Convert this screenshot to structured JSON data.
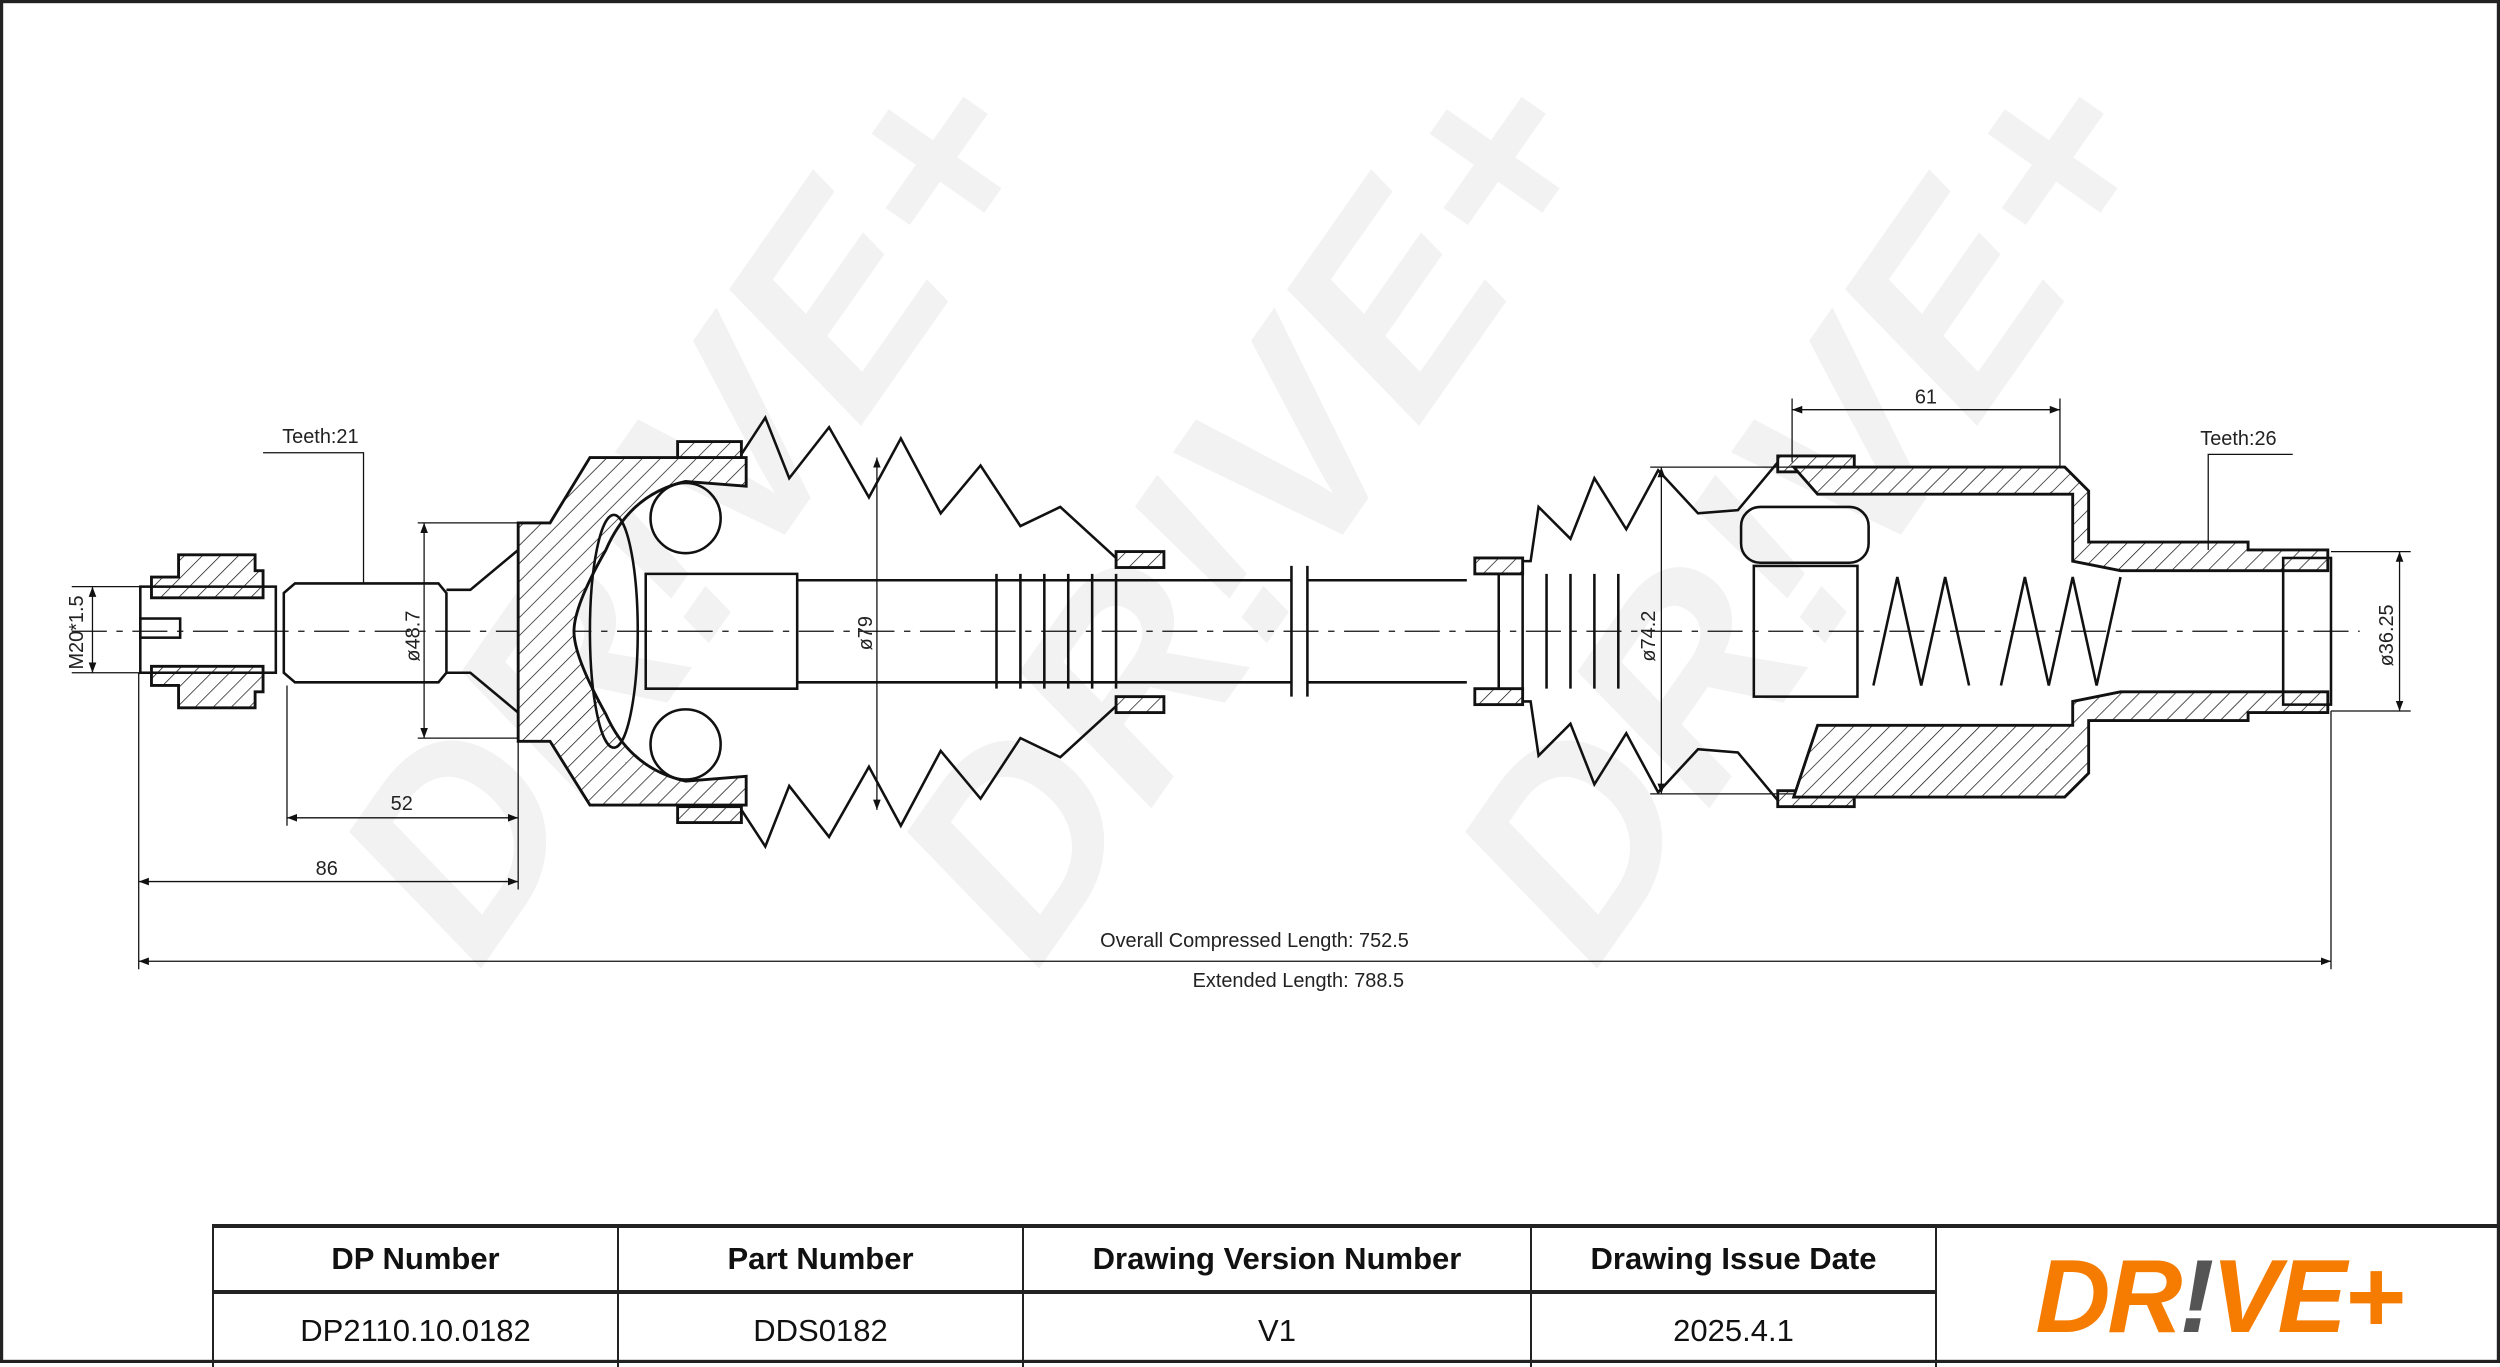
{
  "drawing": {
    "watermark": "DR!VE+",
    "labels": {
      "teeth_left": "Teeth:21",
      "teeth_right": "Teeth:26",
      "thread": "M20*1.5",
      "dia_48": "ø48.7",
      "dia_79": "ø79",
      "dia_74": "ø74.2",
      "dia_36": "ø36.25",
      "len_52": "52",
      "len_86": "86",
      "len_61": "61",
      "overall": "Overall  Compressed  Length: 752.5",
      "extended": "Extended  Length: 788.5"
    }
  },
  "table": {
    "headers": [
      "DP Number",
      "Part Number",
      "Drawing Version Number",
      "Drawing Issue Date"
    ],
    "values": [
      "DP2110.10.0182",
      "DDS0182",
      "V1",
      "2025.4.1"
    ]
  },
  "logo": {
    "text_a": "DR",
    "text_bang": "!",
    "text_b": "VE+",
    "brand_color": "#f57c00",
    "accent_color": "#555555"
  }
}
